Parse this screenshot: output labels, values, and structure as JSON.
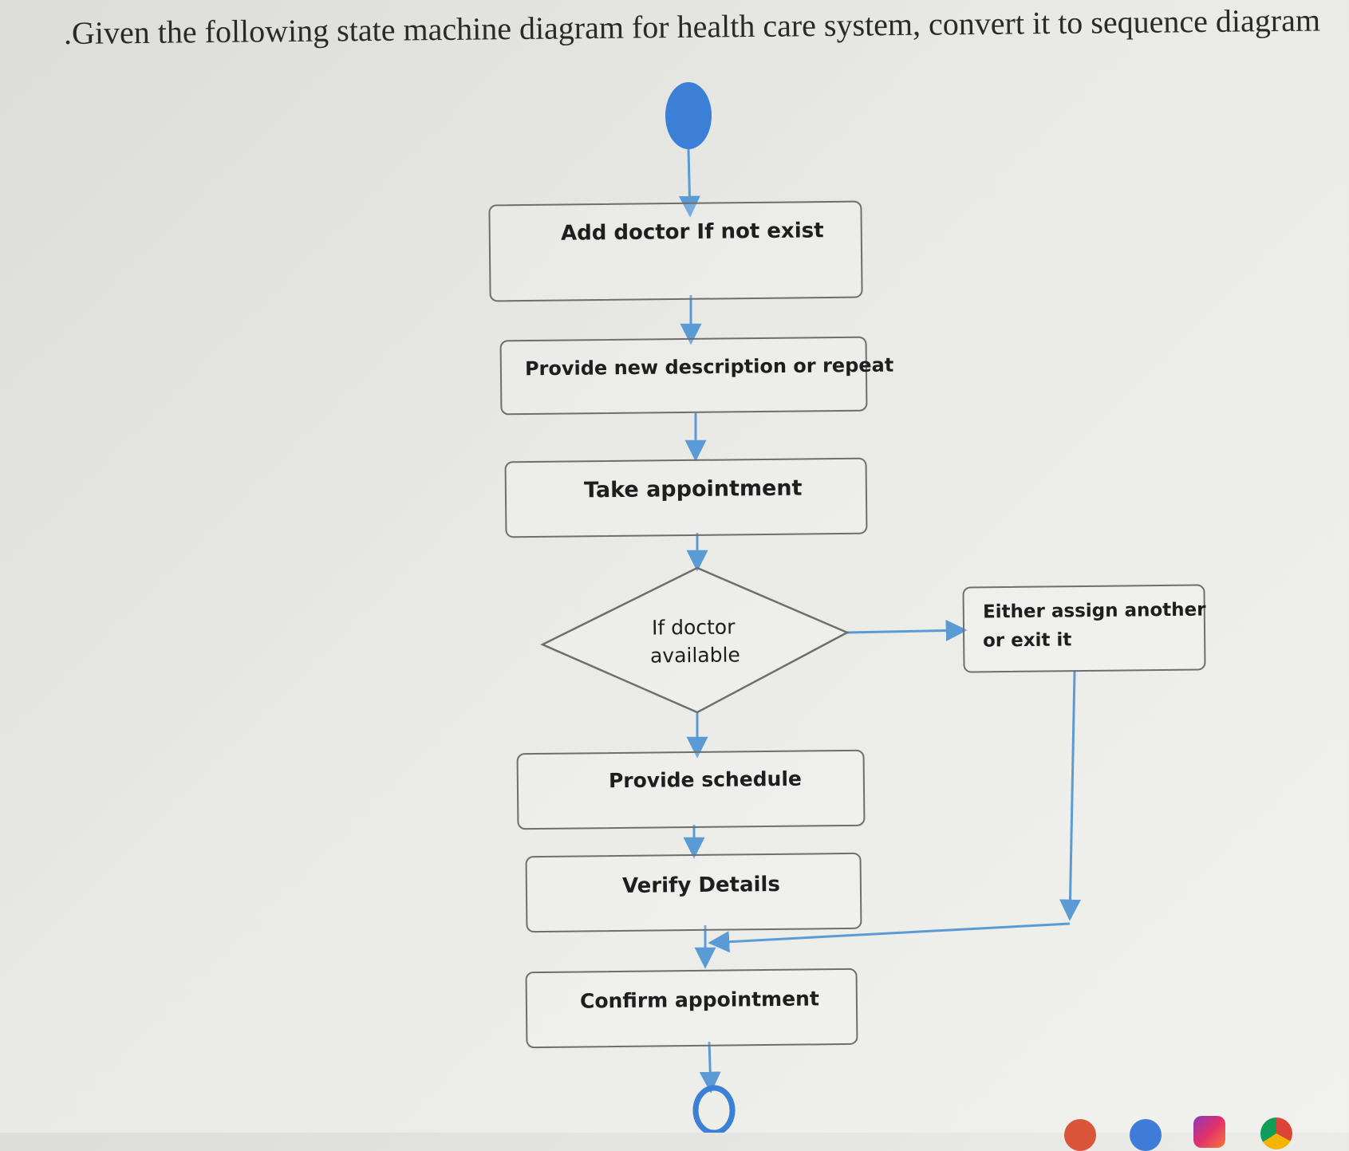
{
  "question_text": ".Given the following state machine diagram for health care system, convert it to sequence diagram",
  "diagram": {
    "nodes": {
      "add_doctor": "Add doctor If not exist",
      "provide_description": "Provide new description or repeat",
      "take_appointment": "Take appointment",
      "decision_line1": "If doctor",
      "decision_line2": "available",
      "either_line1": "Either assign another",
      "either_line2": "or exit it",
      "provide_schedule": "Provide schedule",
      "verify_details": "Verify Details",
      "confirm_appointment": "Confirm appointment"
    },
    "edges": [
      {
        "from": "initial",
        "to": "add_doctor"
      },
      {
        "from": "add_doctor",
        "to": "provide_description"
      },
      {
        "from": "provide_description",
        "to": "take_appointment"
      },
      {
        "from": "take_appointment",
        "to": "decision"
      },
      {
        "from": "decision",
        "to": "either_assign"
      },
      {
        "from": "decision",
        "to": "provide_schedule"
      },
      {
        "from": "provide_schedule",
        "to": "verify_details"
      },
      {
        "from": "either_assign",
        "to": "confirm_appointment"
      },
      {
        "from": "verify_details",
        "to": "confirm_appointment"
      },
      {
        "from": "confirm_appointment",
        "to": "final"
      }
    ]
  },
  "colors": {
    "start_node": "#3b7fd6",
    "arrow": "#5b9bd5",
    "border": "#6e6e6e",
    "text": "#1e1e1e"
  }
}
